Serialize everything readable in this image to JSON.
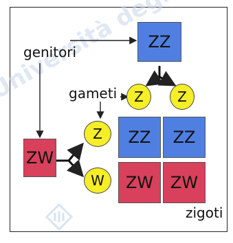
{
  "labels": {
    "parents": "genitori",
    "gametes": "gameti",
    "zygotes": "zigoti"
  },
  "parents": {
    "male": "ZZ",
    "female": "ZW"
  },
  "gametes": {
    "male": [
      "Z",
      "Z"
    ],
    "female": [
      "Z",
      "W"
    ]
  },
  "zygotes": [
    [
      "ZZ",
      "ZZ"
    ],
    [
      "ZW",
      "ZW"
    ]
  ],
  "watermark": "Università degli Studi di Milano",
  "colors": {
    "zz_box": "#4f7fe0",
    "zw_box": "#d8405b",
    "gamete_circle": "#f5ee28",
    "watermark": "#c8d6ea"
  },
  "icons": {
    "watermark_logo": "university-logo-icon"
  }
}
